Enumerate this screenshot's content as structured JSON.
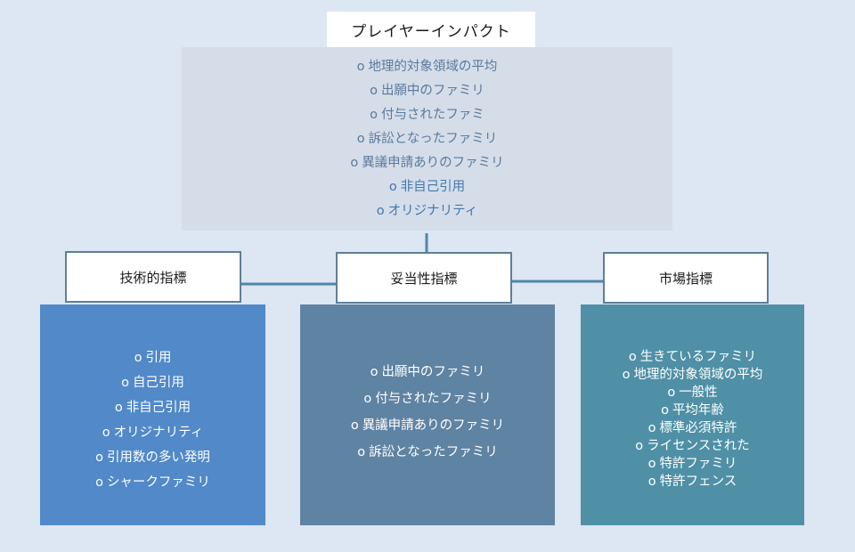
{
  "title": "プレイヤーインパクト",
  "top_items": [
    "地理的対象領域の平均",
    "出願中のファミリ",
    "付与されたファミ",
    "訴訟となったファミリ",
    "異議申請ありのファミリ",
    "非自己引用",
    "オリジナリティ"
  ],
  "columns": [
    {
      "header": "技術的指標",
      "color": "#5189c9",
      "items": [
        "引用",
        "自己引用",
        "非自己引用",
        "オリジナリティ",
        "引用数の多い発明",
        "シャークファミリ"
      ]
    },
    {
      "header": "妥当性指標",
      "color": "#5f83a2",
      "items": [
        "出願中のファミリ",
        "付与されたファミリ",
        "異議申請ありのファミリ",
        "訴訟となったファミリ"
      ]
    },
    {
      "header": "市場指標",
      "color": "#4f90a6",
      "items": [
        "生きているファミリ",
        "地理的対象領域の平均",
        "一般性",
        "平均年齢",
        "標準必須特許",
        "ライセンスされた",
        "特許ファミリ",
        "特許フェンス"
      ]
    }
  ],
  "bullet": "o"
}
